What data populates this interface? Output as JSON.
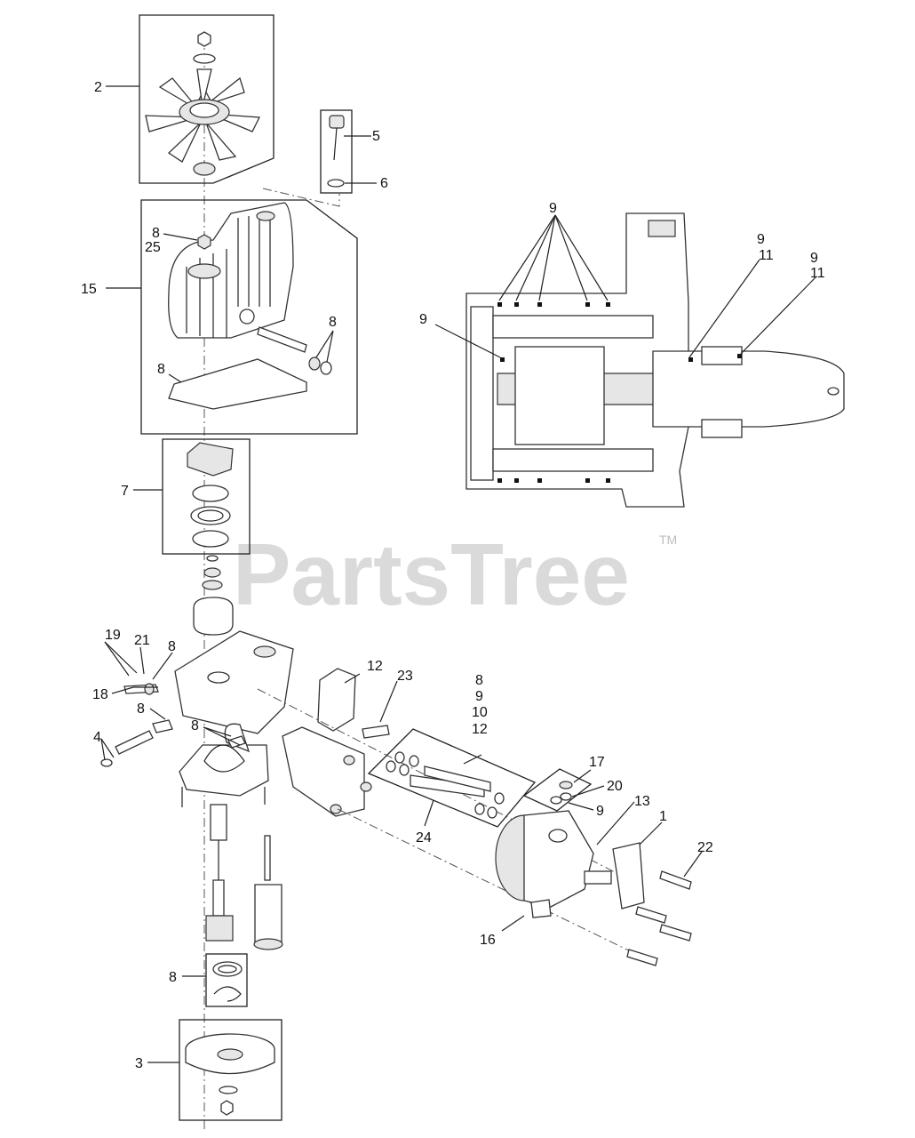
{
  "watermark": {
    "brand": "PartsTree",
    "tm": "TM"
  },
  "callouts": {
    "c1": "1",
    "c2": "2",
    "c3": "3",
    "c4": "4",
    "c5": "5",
    "c6": "6",
    "c7": "7",
    "c8_fan_nut": "8",
    "c25": "25",
    "c8_filter": "8",
    "c8_gasket": "8",
    "c8_valve": "8",
    "c8_side": "8",
    "c8_center": "8",
    "c8_bearing": "8",
    "c8_group": "8",
    "c9_group": "9",
    "c10_group": "10",
    "c12_group": "12",
    "c9_left": "9",
    "c9_top": "9",
    "c9_r1": "9",
    "c11_r1": "11",
    "c9_r2": "9",
    "c11_r2": "11",
    "c9_kit": "9",
    "c12": "12",
    "c13": "13",
    "c15": "15",
    "c16": "16",
    "c17": "17",
    "c18": "18",
    "c19": "19",
    "c20": "20",
    "c21": "21",
    "c22": "22",
    "c23": "23",
    "c24": "24"
  }
}
